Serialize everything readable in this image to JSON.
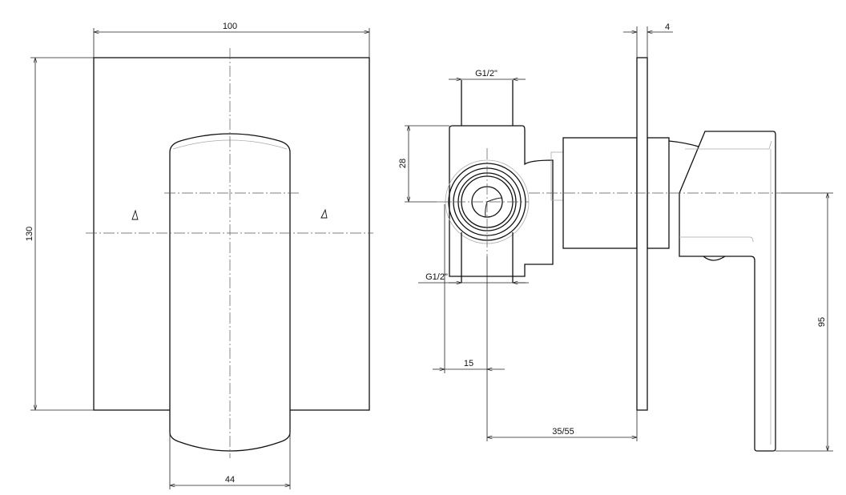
{
  "front_view": {
    "width_dim": "100",
    "height_dim": "130",
    "handle_width_dim": "44"
  },
  "side_view": {
    "plate_thickness_dim": "4",
    "top_thread_dim": "G1/2\"",
    "bottom_thread_dim": "G1/2\"",
    "inlet_height_dim": "28",
    "inlet_offset_dim": "15",
    "depth_range_dim": "35/55",
    "handle_drop_dim": "95"
  },
  "colors": {
    "line": "#111111",
    "hidden": "#aaaaaa"
  }
}
